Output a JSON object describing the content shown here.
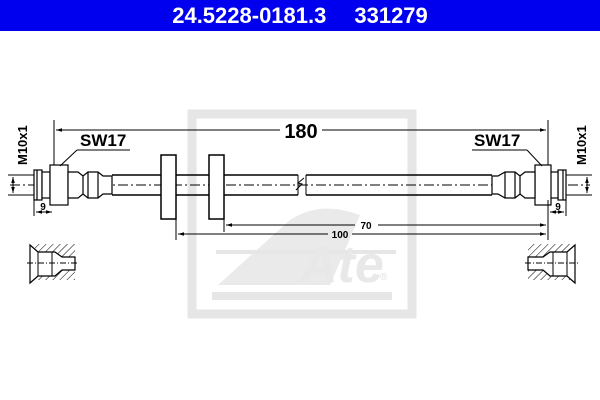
{
  "header": {
    "part_number": "24.5228-0181.3",
    "ref_number": "331279",
    "background_color": "#0000ee",
    "text_color": "#ffffff"
  },
  "drawing": {
    "overall_length": "180",
    "left_wrench_size": "SW17",
    "right_wrench_size": "SW17",
    "left_thread": "M10x1",
    "right_thread": "M10x1",
    "left_fitting_length": "9",
    "right_fitting_length": "9",
    "bracket_dim_1": "100",
    "bracket_dim_2": "70",
    "watermark_logo": "Ate",
    "watermark_registered": "®"
  }
}
